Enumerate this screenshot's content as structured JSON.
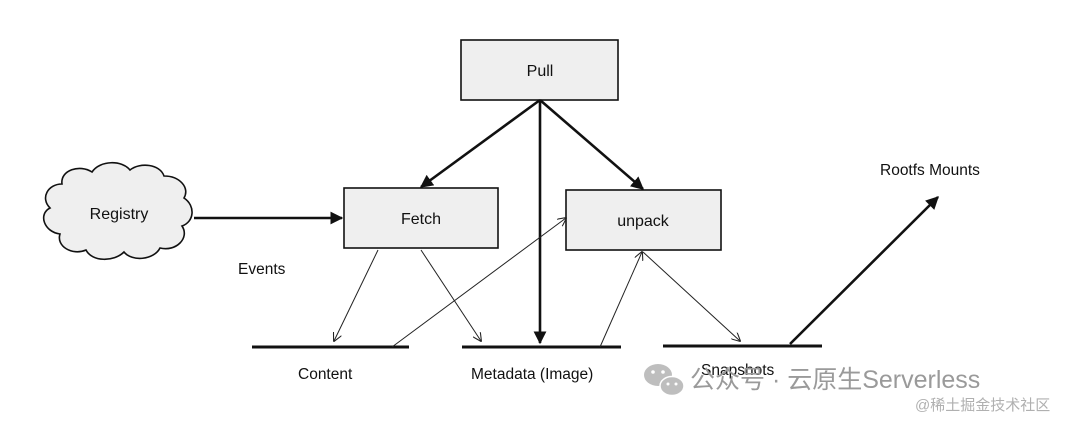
{
  "nodes": {
    "pull": "Pull",
    "fetch": "Fetch",
    "unpack": "unpack",
    "registry": "Registry"
  },
  "labels": {
    "events": "Events",
    "rootfs_mounts": "Rootfs Mounts",
    "content": "Content",
    "metadata": "Metadata (Image)",
    "snapshots": "Snapshots"
  },
  "watermark": {
    "wechat": "公众号 · 云原生Serverless",
    "juejin": "@稀土掘金技术社区"
  },
  "icons": [
    "wechat-logo-icon"
  ]
}
